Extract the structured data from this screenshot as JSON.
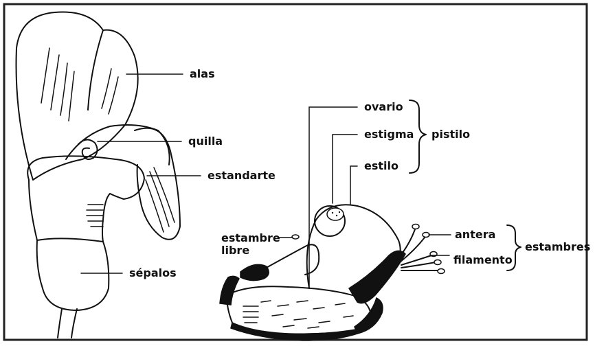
{
  "labels": {
    "alas": "alas",
    "quilla": "quilla",
    "estandarte": "estandarte",
    "sepalos": "sépalos",
    "ovario": "ovario",
    "estigma": "estigma",
    "estilo": "estilo",
    "pistilo": "pistilo",
    "estambre_libre_1": "estambre",
    "estambre_libre_2": "libre",
    "antera": "antera",
    "filamento": "filamento",
    "estambres": "estambres"
  }
}
